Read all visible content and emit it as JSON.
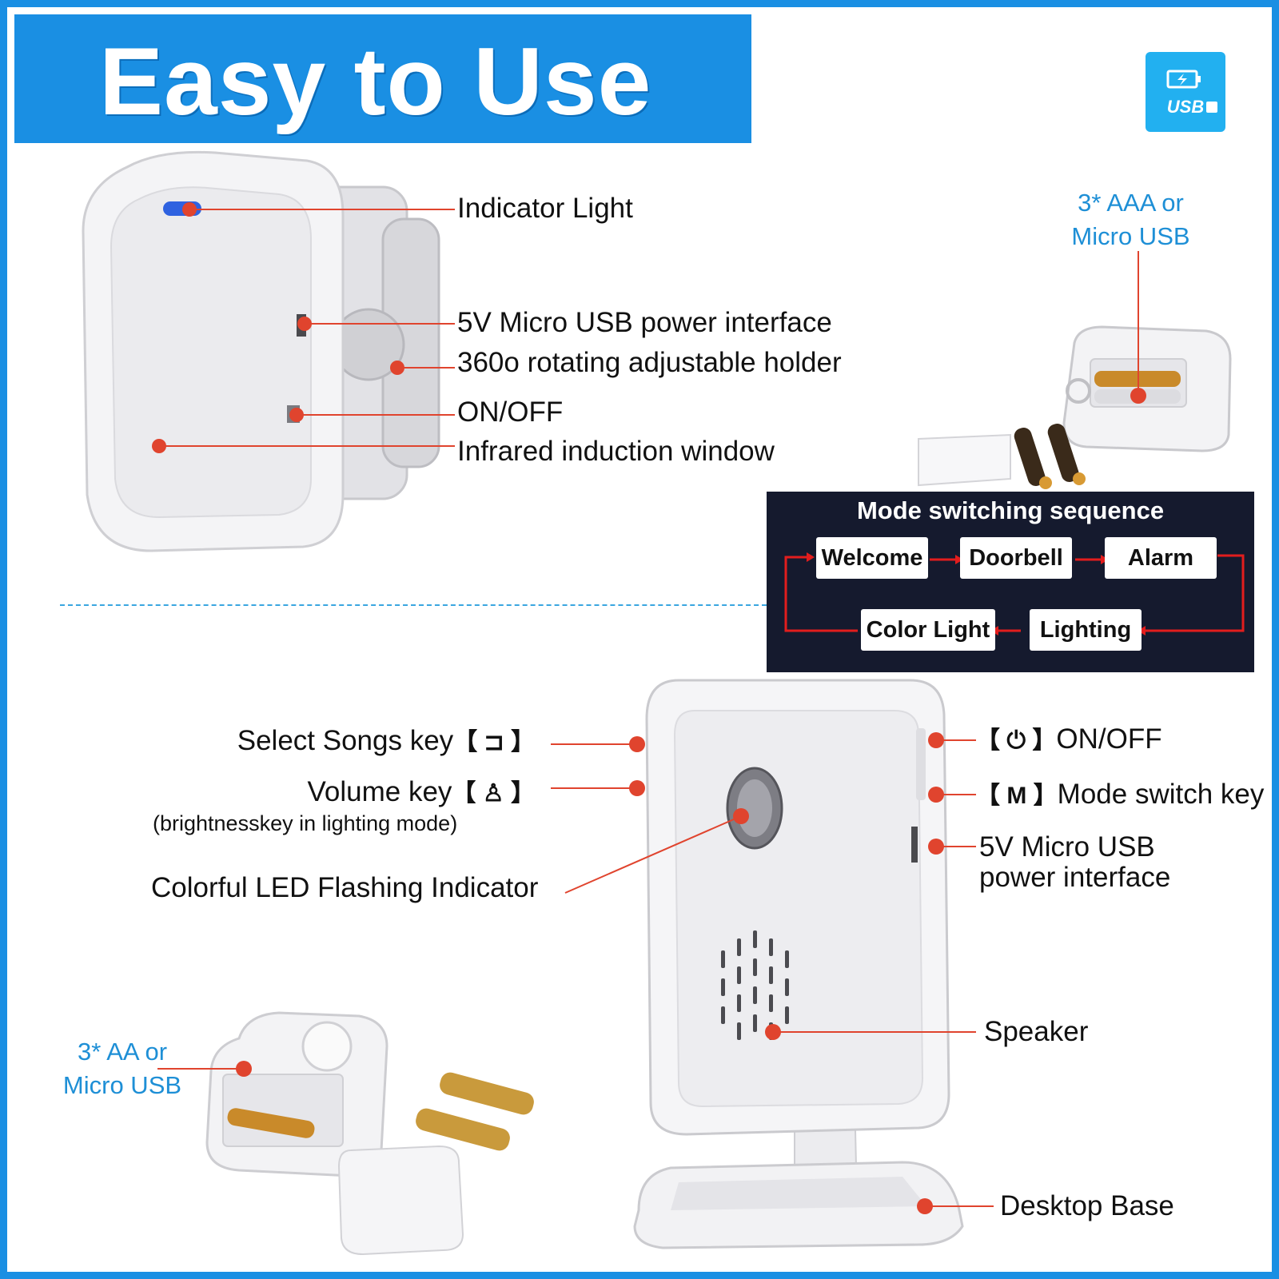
{
  "banner": {
    "title": "Easy to Use"
  },
  "usb_badge": {
    "label": "USB",
    "icon": "battery-charge-usb-icon"
  },
  "sensor": {
    "callouts": {
      "indicator_light": "Indicator Light",
      "usb_power": "5V Micro USB power interface",
      "holder": "360o rotating adjustable holder",
      "on_off": "ON/OFF",
      "ir_window": "Infrared induction window"
    },
    "power_note_line1": "3* AAA or",
    "power_note_line2": "Micro USB"
  },
  "mode_panel": {
    "title": "Mode switching sequence",
    "modes": [
      "Welcome",
      "Doorbell",
      "Alarm",
      "Lighting",
      "Color Light"
    ]
  },
  "receiver": {
    "callouts": {
      "select_songs": "Select Songs key",
      "select_songs_symbol": "【 ⊐ 】",
      "volume": "Volume key",
      "volume_symbol": "【 ♙ 】",
      "volume_note": "(brightnesskey in lighting mode)",
      "led": "Colorful LED Flashing Indicator",
      "on_off_symbol": "【 ⏻ 】",
      "on_off": "ON/OFF",
      "mode_symbol": "【 M 】",
      "mode_key": "Mode switch key",
      "usb_line1": "5V Micro USB",
      "usb_line2": "power interface",
      "speaker": "Speaker",
      "base": "Desktop Base"
    },
    "power_note_line1": "3* AA or",
    "power_note_line2": "Micro USB"
  },
  "colors": {
    "accent_blue": "#1a8fe3",
    "callout_red": "#e0442e",
    "panel_dark": "#151a2e",
    "flow_red": "#e21d1d"
  }
}
